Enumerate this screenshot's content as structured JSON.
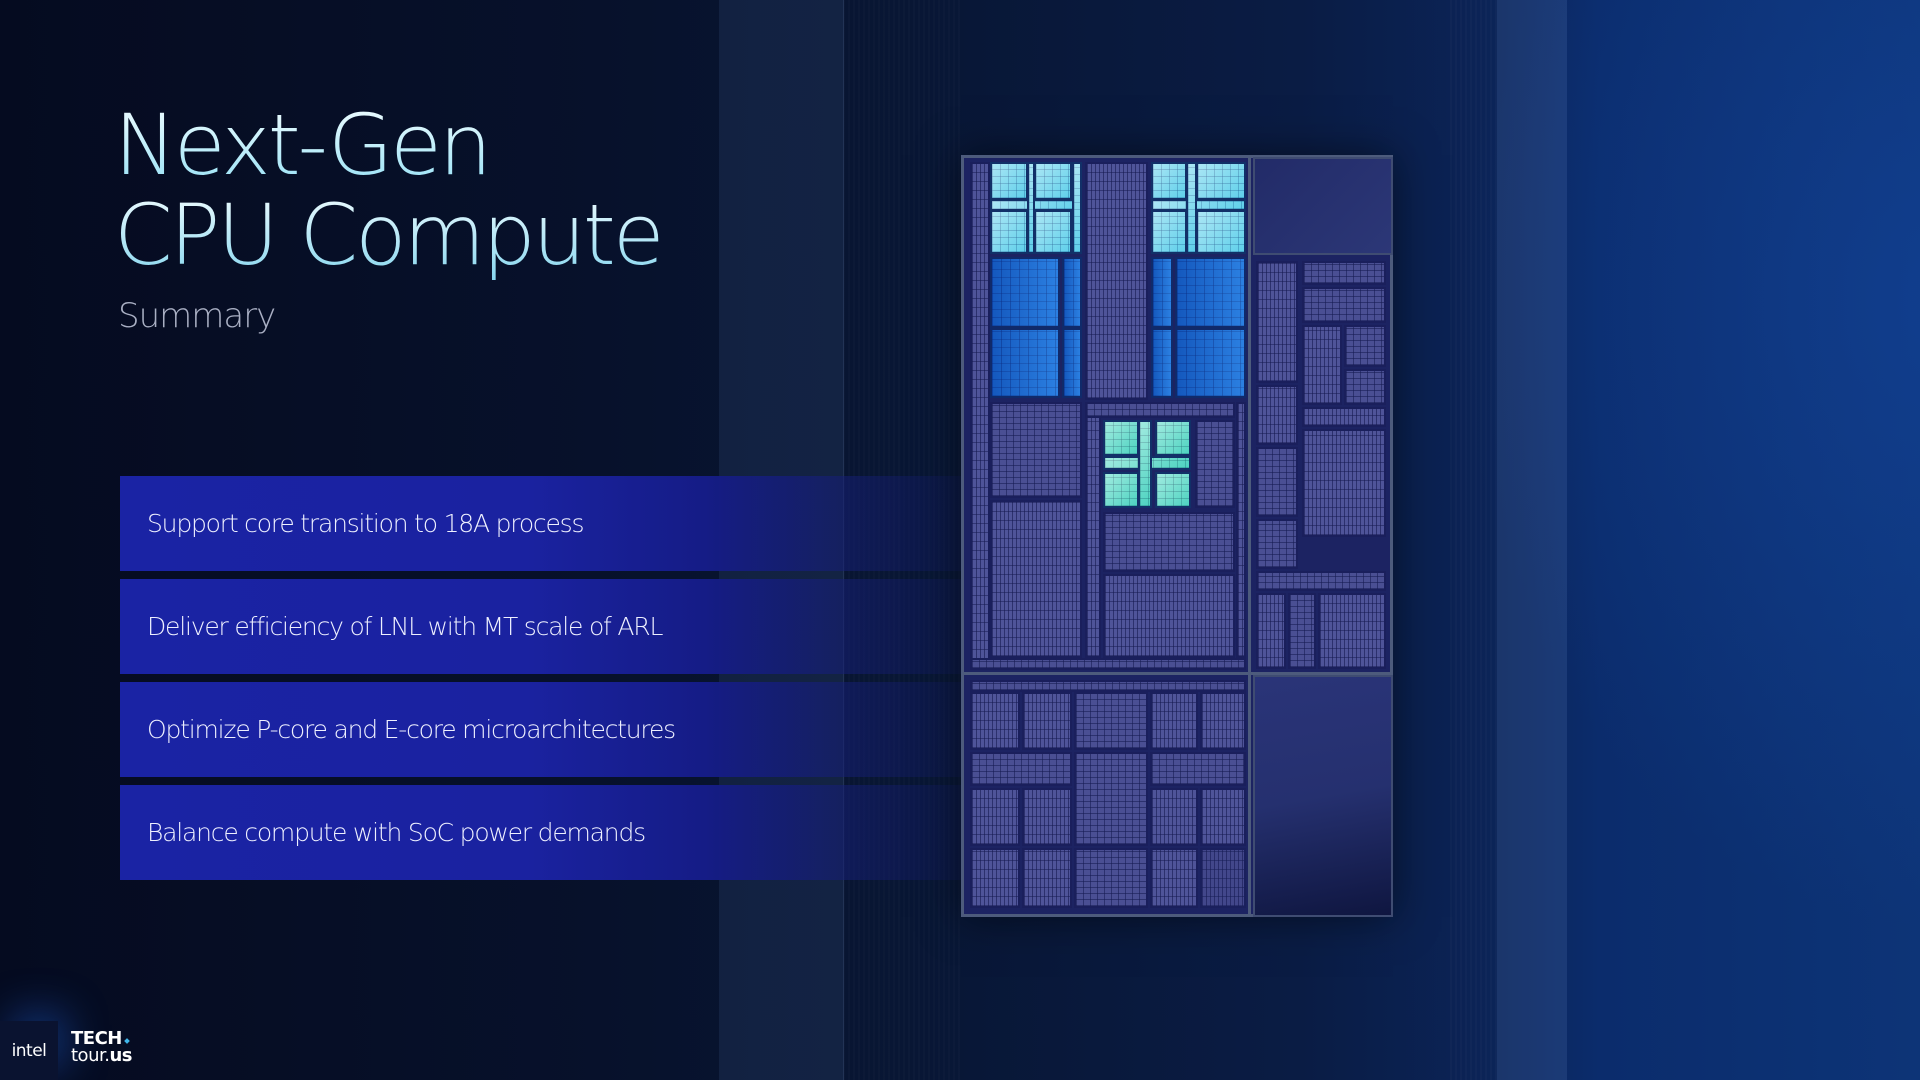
{
  "slide": {
    "title_line1": "Next-Gen",
    "title_line2": "CPU Compute",
    "subtitle": "Summary"
  },
  "bullets": [
    {
      "text": "Support core transition to 18A process"
    },
    {
      "text": "Deliver efficiency of LNL with MT scale of ARL"
    },
    {
      "text": "Optimize P-core and E-core microarchitectures"
    },
    {
      "text": "Balance compute with SoC power demands"
    }
  ],
  "die_image": {
    "description": "CPU compute tile die shot illustration",
    "highlight_colors": {
      "p_core": "#1f72d8",
      "e_core_cluster": "#7fd9ef",
      "lp_e_core_cluster": "#6fe0cf",
      "base": "#4a4f93"
    }
  },
  "footer": {
    "brand": "intel",
    "event_line1": "TECH",
    "event_line2_a": "tour.",
    "event_line2_b": "us"
  },
  "colors": {
    "background": "#060d24",
    "bullet_box": "#1a23a4",
    "title": "#bdefff",
    "subtitle": "#a9afc3"
  }
}
